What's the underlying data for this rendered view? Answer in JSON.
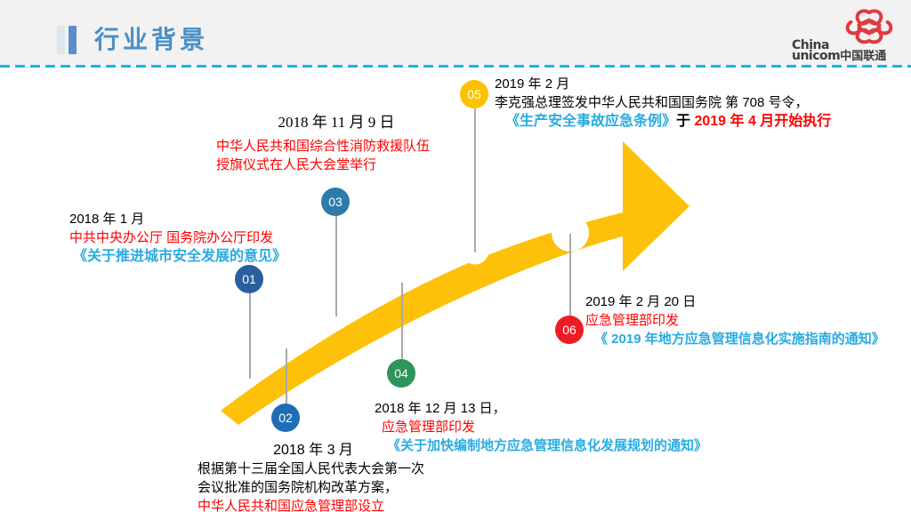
{
  "header": {
    "title": "行业背景",
    "accent_color": "#4a90c8",
    "background": "#f2f2f2",
    "rule_color": "#14b5ee"
  },
  "logo": {
    "name": "china-unicom-logo",
    "line1": "China",
    "line2": "unicom",
    "chinese": "中国联通",
    "color": "#e03a3e"
  },
  "arrow": {
    "color": "#fdc109",
    "direction": "up-right"
  },
  "timeline": [
    {
      "number": "01",
      "color": "#2a5e9e",
      "lines": [
        {
          "text": "2018 年 1 月",
          "style": "black"
        },
        {
          "text": "中共中央办公厅 国务院办公厅印发",
          "style": "red"
        },
        {
          "text": "《关于推进城市安全发展的意见》",
          "style": "blue-bold"
        }
      ]
    },
    {
      "number": "02",
      "color": "#1f6eb5",
      "lines": [
        {
          "text": "2018 年 3 月",
          "style": "black"
        },
        {
          "text": "根据第十三届全国人民代表大会第一次",
          "style": "black"
        },
        {
          "text": "会议批准的国务院机构改革方案，",
          "style": "black"
        },
        {
          "text": "中华人民共和国应急管理部设立",
          "style": "red"
        }
      ]
    },
    {
      "number": "03",
      "color": "#2b7ca8",
      "lines": [
        {
          "text": "2018 年 11 月 9 日",
          "style": "black-serif"
        },
        {
          "text": "中华人民共和国综合性消防救援队伍",
          "style": "red"
        },
        {
          "text": "授旗仪式在人民大会堂举行",
          "style": "red"
        }
      ]
    },
    {
      "number": "04",
      "color": "#2e9459",
      "lines": [
        {
          "text": "2018 年 12 月 13 日，",
          "style": "black"
        },
        {
          "text": "应急管理部印发",
          "style": "red"
        },
        {
          "text": "《关于加快编制地方应急管理信息化发展规划的通知》",
          "style": "blue-bold"
        }
      ]
    },
    {
      "number": "05",
      "color": "#fcc200",
      "lines": [
        {
          "text": "2019 年 2 月",
          "style": "black"
        },
        {
          "text": "李克强总理签发中华人民共和国国务院 第 708 号令，",
          "style": "black"
        }
      ],
      "mixed_line": [
        {
          "text": "《生产安全事故应急条例》",
          "style": "blue-bold"
        },
        {
          "text": "于 ",
          "style": "black-bold"
        },
        {
          "text": "2019 年 4 月开始执行",
          "style": "red-bold"
        }
      ]
    },
    {
      "number": "06",
      "color": "#ed1c24",
      "lines": [
        {
          "text": "2019 年 2 月 20 日",
          "style": "black"
        },
        {
          "text": "应急管理部印发",
          "style": "red"
        },
        {
          "text": "《 2019 年地方应急管理信息化实施指南的通知》",
          "style": "blue-bold"
        }
      ]
    }
  ]
}
